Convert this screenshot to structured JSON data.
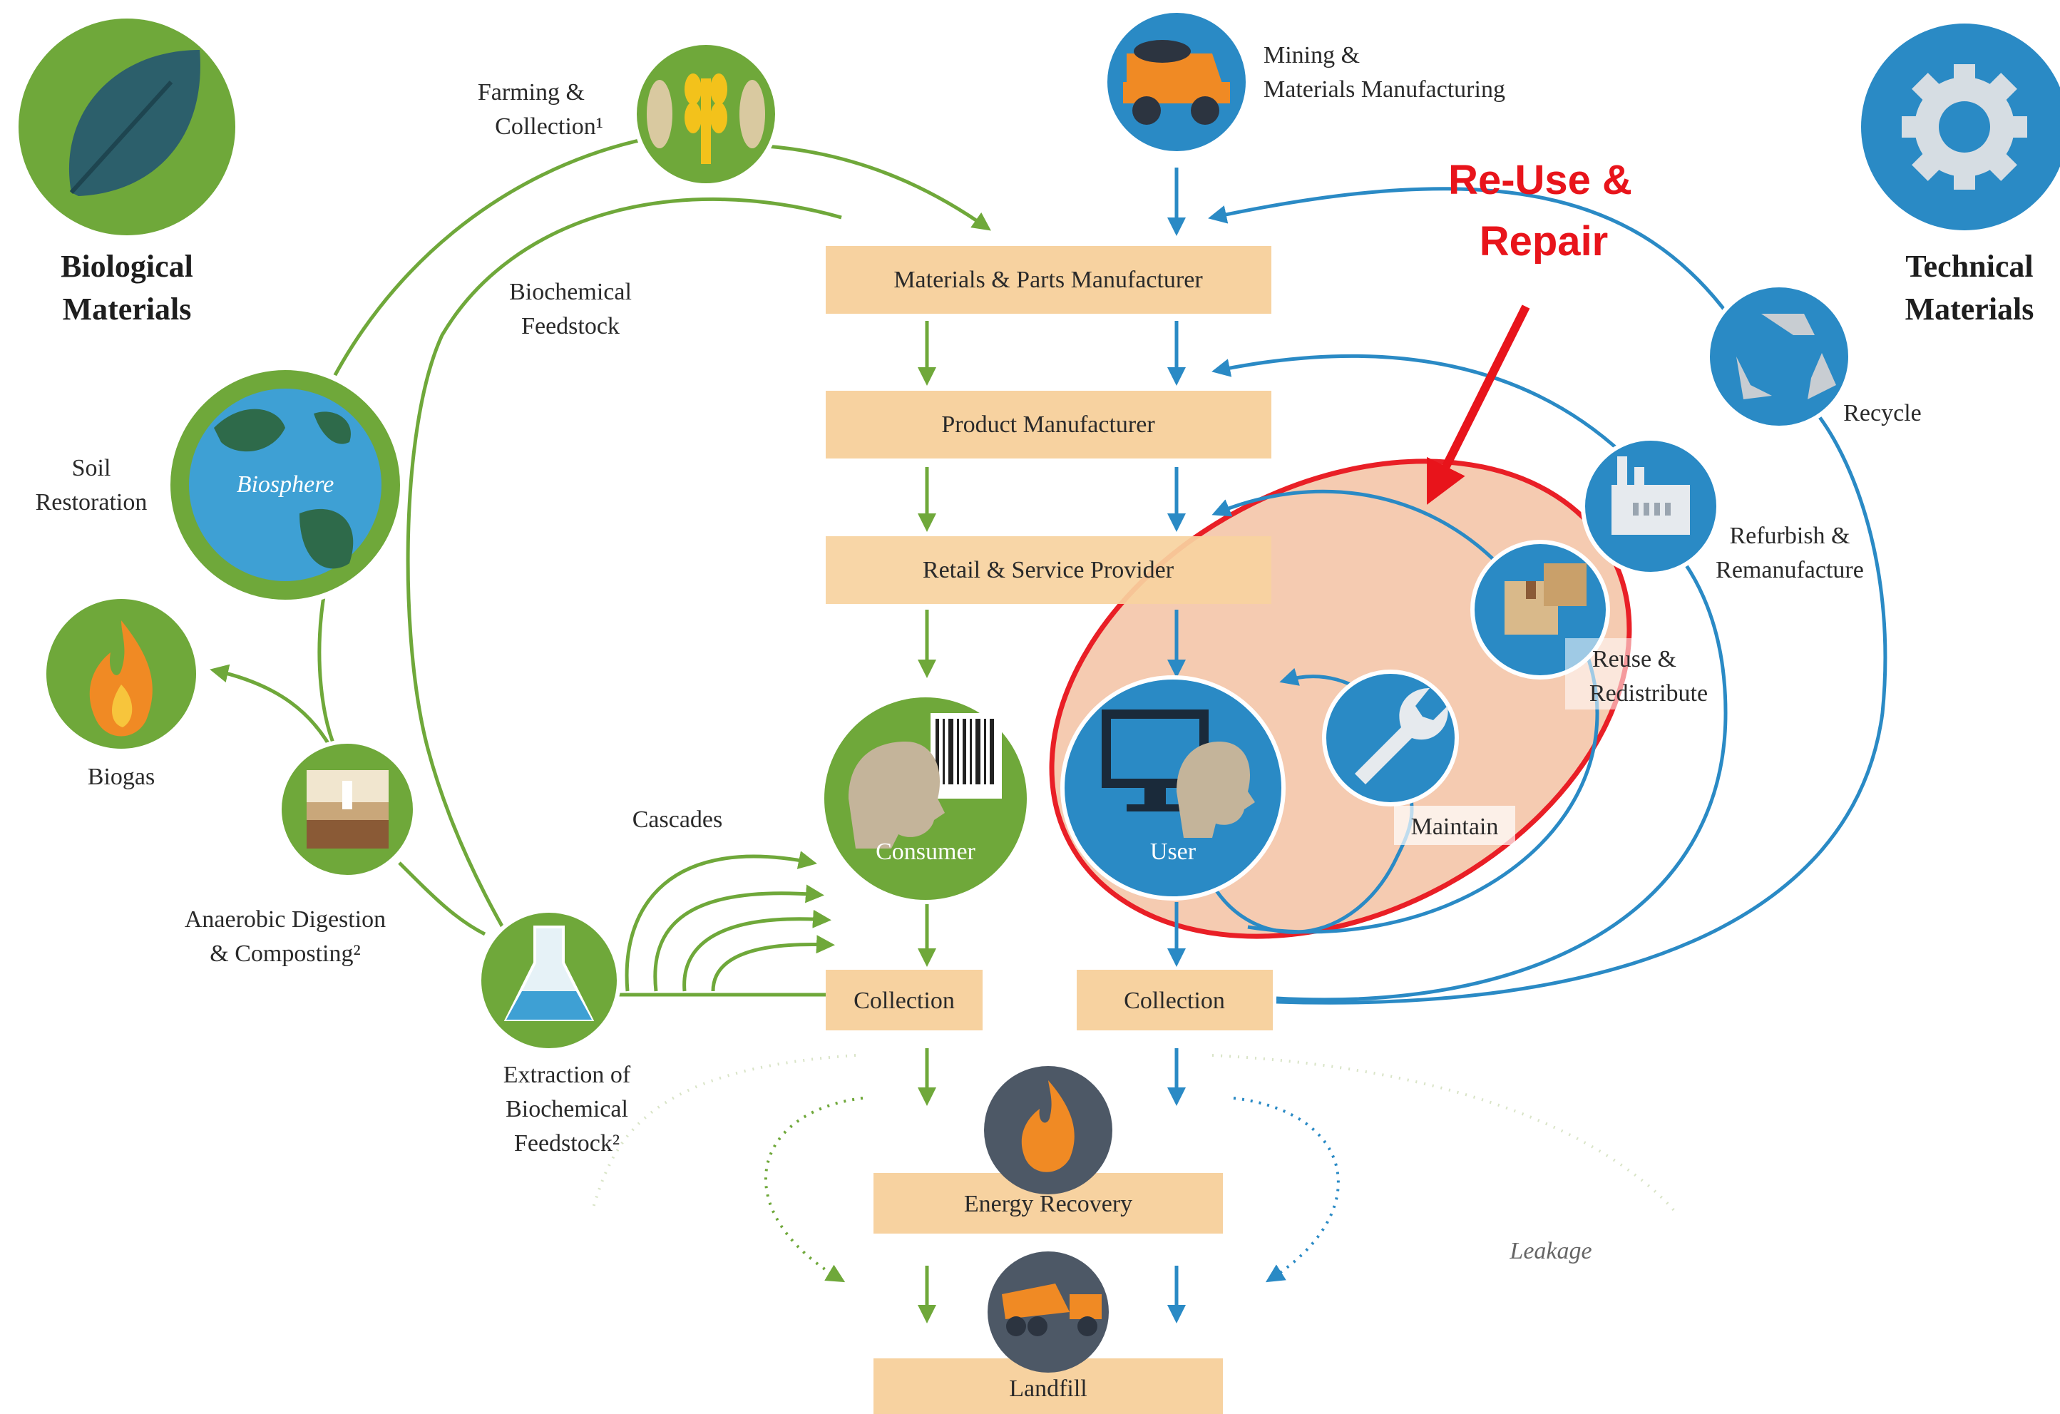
{
  "colors": {
    "green": "#6fa83a",
    "blue": "#2a8ac5",
    "box": "#f7d2a0",
    "highlight_fill": "#f5c9ad",
    "highlight_stroke": "#e8141b",
    "grey_circle": "#4d5866"
  },
  "categories": {
    "biological": {
      "line1": "Biological",
      "line2": "Materials",
      "icon": "leaf-icon"
    },
    "technical": {
      "line1": "Technical",
      "line2": "Materials",
      "icon": "gear-icon"
    }
  },
  "callout": {
    "line1": "Re-Use &",
    "line2": "Repair"
  },
  "boxes": {
    "materials_parts": "Materials & Parts Manufacturer",
    "product_manufacturer": "Product Manufacturer",
    "retail_service": "Retail & Service Provider",
    "collection_bio": "Collection",
    "collection_tech": "Collection",
    "energy_recovery": "Energy Recovery",
    "landfill": "Landfill"
  },
  "nodes": {
    "farming": {
      "line1": "Farming &",
      "line2": "Collection¹",
      "icon": "wheat-fish-icon"
    },
    "biochemical_feedstock": {
      "line1": "Biochemical",
      "line2": "Feedstock"
    },
    "biosphere": {
      "label": "Biosphere",
      "icon": "globe-icon"
    },
    "soil_restoration": {
      "line1": "Soil",
      "line2": "Restoration"
    },
    "biogas": {
      "label": "Biogas",
      "icon": "flame-icon"
    },
    "anaerobic": {
      "line1": "Anaerobic Digestion",
      "line2": "& Composting²",
      "icon": "soil-layers-icon"
    },
    "extraction": {
      "line1": "Extraction of",
      "line2": "Biochemical",
      "line3": "Feedstock²",
      "icon": "flask-icon"
    },
    "cascades": {
      "label": "Cascades"
    },
    "consumer": {
      "label": "Consumer",
      "icon": "consumer-barcode-icon"
    },
    "user": {
      "label": "User",
      "icon": "user-computer-icon"
    },
    "mining": {
      "line1": "Mining &",
      "line2": "Materials Manufacturing",
      "icon": "mining-truck-icon"
    },
    "recycle": {
      "label": "Recycle",
      "icon": "recycle-icon"
    },
    "refurbish": {
      "line1": "Refurbish &",
      "line2": "Remanufacture",
      "icon": "factory-icon"
    },
    "reuse": {
      "line1": "Reuse &",
      "line2": "Redistribute",
      "icon": "boxes-icon"
    },
    "maintain": {
      "label": "Maintain",
      "icon": "wrench-icon"
    },
    "leakage": {
      "label": "Leakage"
    },
    "energy_icon": {
      "icon": "fire-icon"
    },
    "landfill_icon": {
      "icon": "dump-truck-icon"
    }
  }
}
